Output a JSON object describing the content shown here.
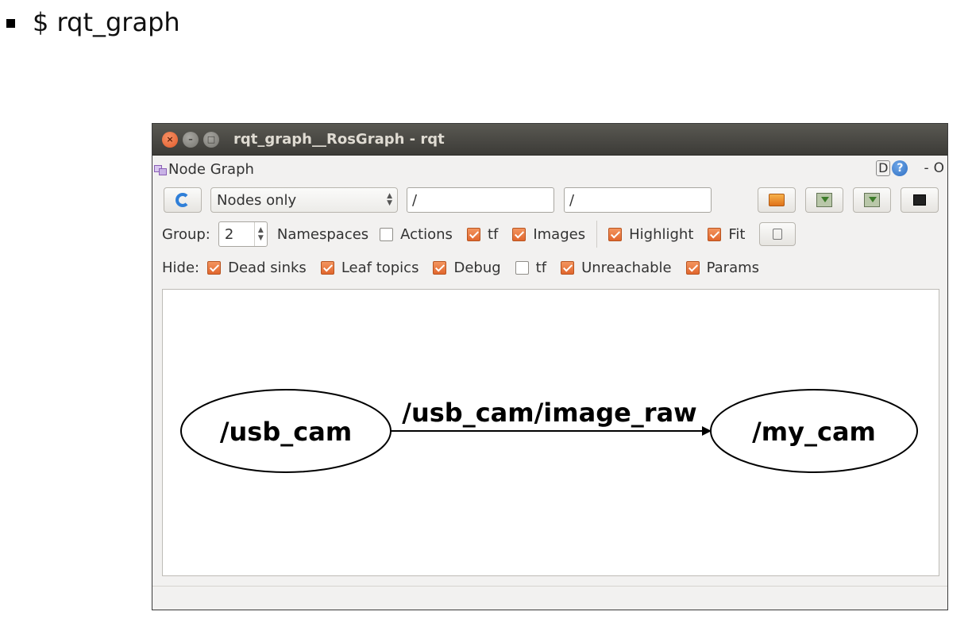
{
  "slide": {
    "bullet_text": "$ rqt_graph"
  },
  "window": {
    "title": "rqt_graph__RosGraph - rqt",
    "close_glyph": "×",
    "min_glyph": "–",
    "max_glyph": "□"
  },
  "plugin": {
    "title": "Node Graph",
    "d_label": "D",
    "help_label": "?",
    "minimize_label": "-",
    "close_label": "O"
  },
  "toolbar": {
    "mode_select": "Nodes only",
    "filter_nodes": "/",
    "filter_topics": "/"
  },
  "group_row": {
    "group_label": "Group:",
    "group_value": "2",
    "namespaces_label": "Namespaces",
    "options": [
      {
        "label": "Actions",
        "checked": false
      },
      {
        "label": "tf",
        "checked": true
      },
      {
        "label": "Images",
        "checked": true
      }
    ],
    "options2": [
      {
        "label": "Highlight",
        "checked": true
      },
      {
        "label": "Fit",
        "checked": true
      }
    ]
  },
  "hide_row": {
    "hide_label": "Hide:",
    "options": [
      {
        "label": "Dead sinks",
        "checked": true
      },
      {
        "label": "Leaf topics",
        "checked": true
      },
      {
        "label": "Debug",
        "checked": true
      },
      {
        "label": "tf",
        "checked": false
      },
      {
        "label": "Unreachable",
        "checked": true
      },
      {
        "label": "Params",
        "checked": true
      }
    ]
  },
  "graph": {
    "nodes": [
      {
        "id": "usb_cam",
        "label": "/usb_cam"
      },
      {
        "id": "my_cam",
        "label": "/my_cam"
      }
    ],
    "edges": [
      {
        "from": "usb_cam",
        "to": "my_cam",
        "label": "/usb_cam/image_raw"
      }
    ]
  },
  "colors": {
    "checkbox_on": "#e1662d",
    "titlebar": "#3c3b37",
    "refresh_icon": "#2f7fd8"
  }
}
